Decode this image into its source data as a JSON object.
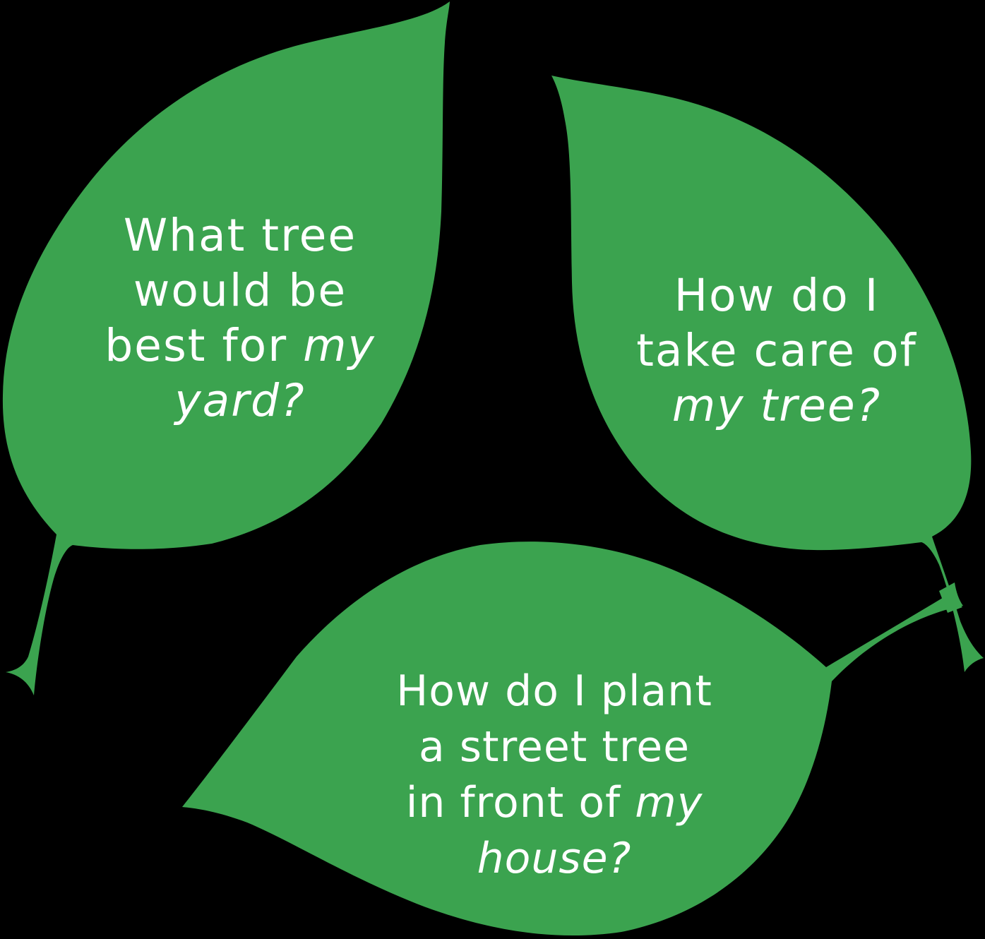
{
  "colors": {
    "background": "#000000",
    "leaf": "#3ba34f",
    "text": "#ffffff"
  },
  "leaves": [
    {
      "id": "yard",
      "position": "top-left",
      "lines": [
        {
          "plain": "What tree",
          "italic": ""
        },
        {
          "plain": "would be",
          "italic": ""
        },
        {
          "plain": "best for ",
          "italic": "my"
        },
        {
          "plain": "",
          "italic": "yard?"
        }
      ],
      "full_text": "What tree would be best for my yard?"
    },
    {
      "id": "care",
      "position": "top-right",
      "lines": [
        {
          "plain": "How do I",
          "italic": ""
        },
        {
          "plain": "take care of",
          "italic": ""
        },
        {
          "plain": "",
          "italic": "my tree?"
        }
      ],
      "full_text": "How do I take care of my tree?"
    },
    {
      "id": "plant",
      "position": "bottom",
      "lines": [
        {
          "plain": "How do I plant",
          "italic": ""
        },
        {
          "plain": "a street tree",
          "italic": ""
        },
        {
          "plain": "in front of ",
          "italic": "my"
        },
        {
          "plain": "",
          "italic": "house?"
        }
      ],
      "full_text": "How do I plant a street tree in front of my house?"
    }
  ]
}
